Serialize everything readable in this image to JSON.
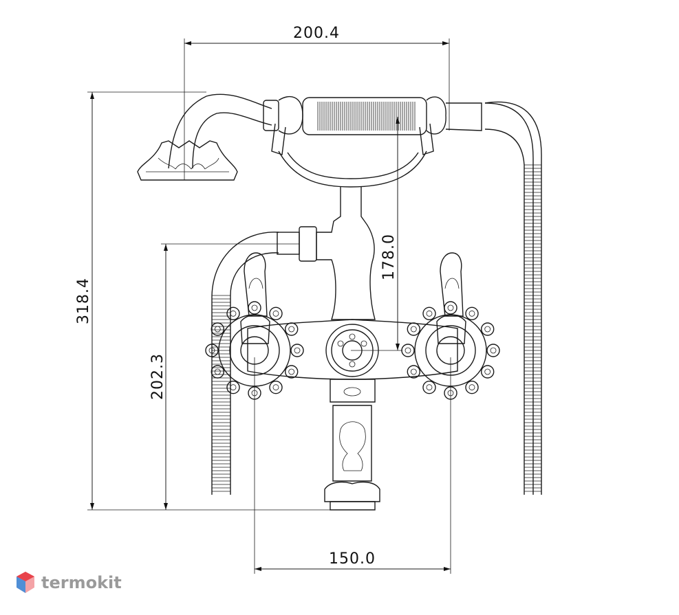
{
  "dimensions": {
    "top_width": "200.4",
    "overall_height": "318.4",
    "mixer_height": "202.3",
    "spout_to_shower": "178.0",
    "center_distance": "150.0"
  },
  "brand": {
    "name": "termokit",
    "logo_colors": [
      "#e8434b",
      "#f4a3a6",
      "#4f8fd6"
    ]
  },
  "colors": {
    "line": "#1a1a1a",
    "background": "#ffffff",
    "brand_text": "#9a9a9a"
  }
}
